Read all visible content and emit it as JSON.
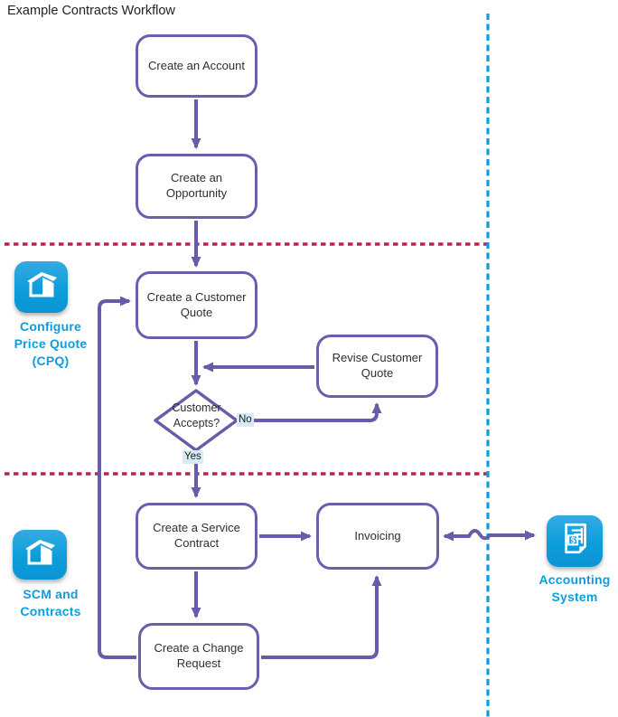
{
  "title": "Example Contracts Workflow",
  "nodes": {
    "account": "Create an Account",
    "opportunity": "Create an\nOpportunity",
    "customer_quote": "Create a Customer\nQuote",
    "revise_quote": "Revise Customer\nQuote",
    "decision": "Customer\nAccepts?",
    "service_contract": "Create a Service\nContract",
    "invoicing": "Invoicing",
    "change_request": "Create a Change\nRequest"
  },
  "edge_labels": {
    "no": "No",
    "yes": "Yes"
  },
  "annotations": {
    "cpq": "Configure\nPrice Quote\n(CPQ)",
    "scm": "SCM and\nContracts",
    "accounting": "Accounting\nSystem"
  },
  "icons": {
    "cpq": "open-box-icon",
    "scm": "open-box-icon",
    "accounting": "invoice-icon"
  },
  "colors": {
    "connector_purple": "#6A5BA9",
    "node_border_purple": "#6B5EAD",
    "swimlane_divider_red": "#C0204E",
    "system_boundary_blue": "#0D9DDB",
    "edge_label_bg": "#D6EBF6"
  }
}
